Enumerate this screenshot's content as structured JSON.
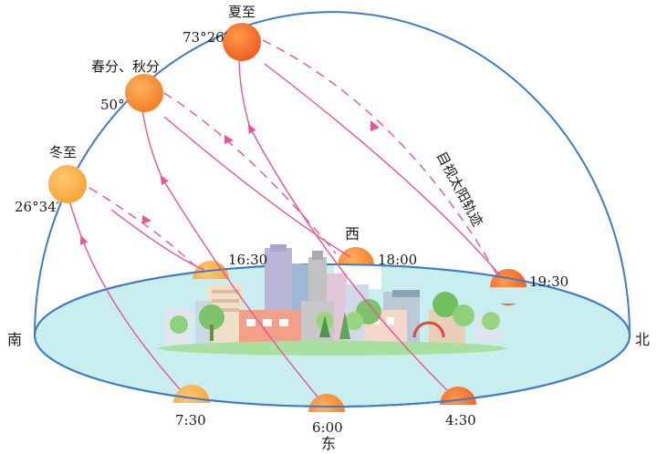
{
  "directions": {
    "south": "南",
    "north": "北",
    "east": "东",
    "west": "西"
  },
  "solstices": {
    "summer": {
      "name": "夏至",
      "altitude": "73°26′"
    },
    "equinox": {
      "name": "春分、秋分",
      "altitude": "50°"
    },
    "winter": {
      "name": "冬至",
      "altitude": "26°34′"
    }
  },
  "times": {
    "winter_rise": "7:30",
    "winter_set": "16:30",
    "equinox_rise": "6:00",
    "equinox_set": "18:00",
    "summer_rise": "4:30",
    "summer_set": "19:30"
  },
  "track_label": "目视太阳轨迹",
  "colors": {
    "dome": "#3d7cc9",
    "ground": "#c8eef0",
    "track_solid": "#e8559a",
    "track_dashed": "#e8559a",
    "sun_summer": "#f26522",
    "sun_equinox": "#f47b20",
    "sun_winter": "#f9a53a"
  }
}
